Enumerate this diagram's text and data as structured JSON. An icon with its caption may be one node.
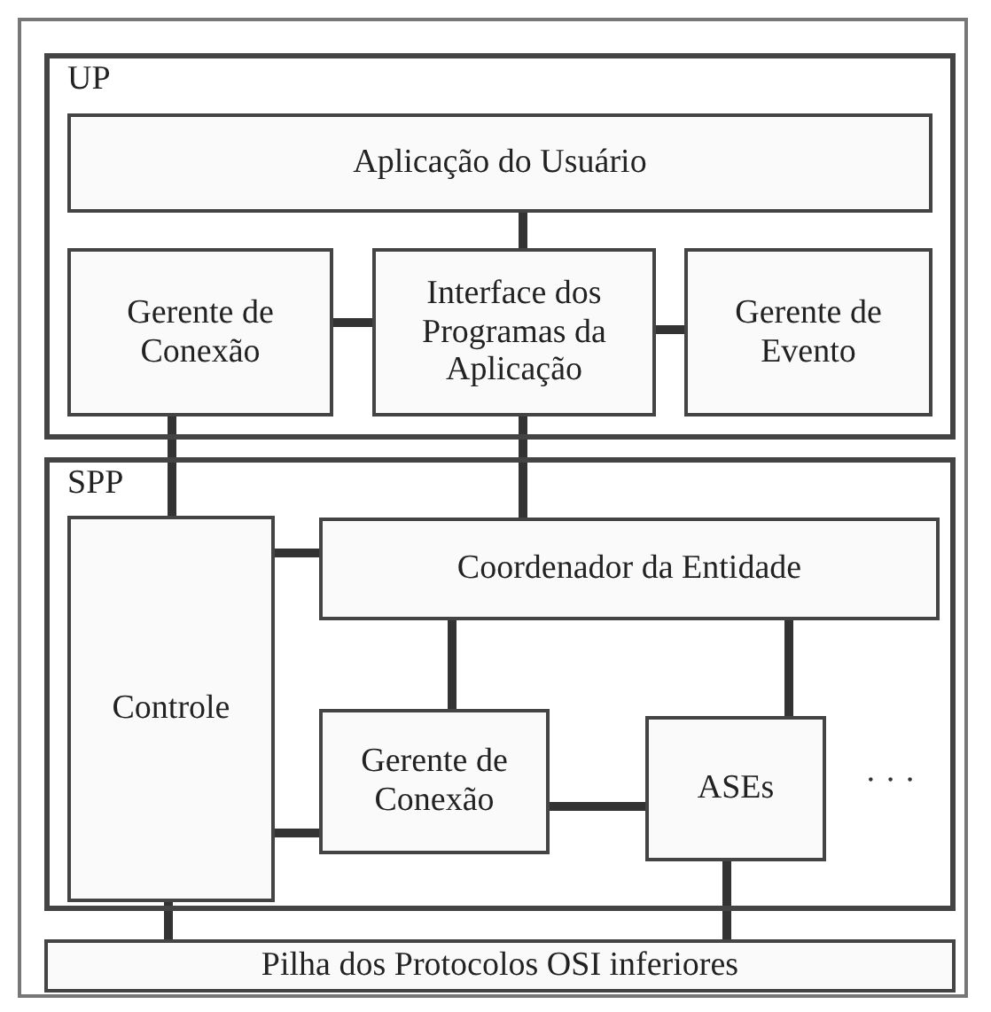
{
  "diagram": {
    "nodes": [
      {
        "text": [
          "UP"
        ]
      },
      {
        "text": [
          "Aplicação do Usuário"
        ],
        "in": 0
      },
      {
        "text": [
          "Gerente de Conexão"
        ],
        "in": 0
      },
      {
        "text": [
          "Interface dos Programas da Aplicação"
        ],
        "in": 0
      },
      {
        "text": [
          "Gerente de Evento"
        ],
        "in": 0
      },
      {
        "text": [
          "SPP"
        ]
      },
      {
        "text": [
          "Controle"
        ],
        "in": 5
      },
      {
        "text": [
          "Coordenador da Entidade"
        ],
        "in": 5
      },
      {
        "text": [
          "Gerente de Conexão"
        ],
        "in": 5
      },
      {
        "text": [
          "ASEs"
        ],
        "in": 5
      },
      {
        "text": [
          "Pilha dos Protocolos OSI inferiores"
        ]
      }
    ],
    "edges": [
      {
        "from": 1,
        "to": 3,
        "arrow": "none"
      },
      {
        "from": 2,
        "to": 3,
        "arrow": "none"
      },
      {
        "from": 3,
        "to": 4,
        "arrow": "none"
      },
      {
        "from": 2,
        "to": 6,
        "arrow": "none"
      },
      {
        "from": 3,
        "to": 7,
        "arrow": "none"
      },
      {
        "from": 6,
        "to": 7,
        "arrow": "none"
      },
      {
        "from": 7,
        "to": 8,
        "arrow": "none"
      },
      {
        "from": 7,
        "to": 9,
        "arrow": "none"
      },
      {
        "from": 6,
        "to": 8,
        "arrow": "none"
      },
      {
        "from": 8,
        "to": 9,
        "arrow": "none"
      },
      {
        "from": 6,
        "to": 10,
        "arrow": "none"
      },
      {
        "from": 9,
        "to": 10,
        "arrow": "none"
      }
    ],
    "labels": [
      "· · ·"
    ]
  }
}
